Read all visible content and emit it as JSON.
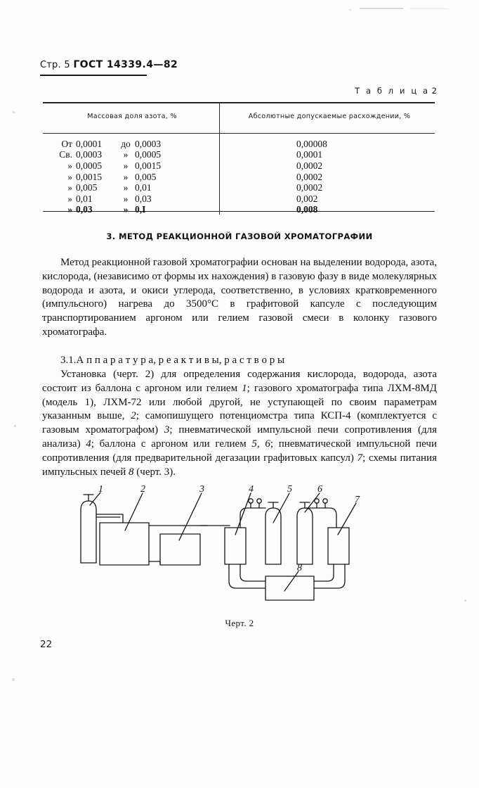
{
  "header": {
    "page_label": "Стр.",
    "page_number": "5",
    "standard": "ГОСТ 14339.4—82"
  },
  "table": {
    "label": "Т а б л и ц а",
    "number": "2",
    "columns": [
      "Массовая доля азота, %",
      "Абсолютные допускаемые расхождении, %"
    ],
    "rows": [
      {
        "prefix": "От",
        "from": "0,0001",
        "sep": "до",
        "to": "0,0003",
        "tolerance": "0,00008",
        "bold": false
      },
      {
        "prefix": "Св.",
        "from": "0,0003",
        "sep": "»",
        "to": "0,0005",
        "tolerance": "0,0001",
        "bold": false
      },
      {
        "prefix": "»",
        "from": "0,0005",
        "sep": "»",
        "to": "0,0015",
        "tolerance": "0,0002",
        "bold": false
      },
      {
        "prefix": "»",
        "from": "0,0015",
        "sep": "»",
        "to": "0,005",
        "tolerance": "0,0002",
        "bold": false
      },
      {
        "prefix": "»",
        "from": "0,005",
        "sep": "»",
        "to": "0,01",
        "tolerance": "0,0002",
        "bold": false
      },
      {
        "prefix": "»",
        "from": "0,01",
        "sep": "»",
        "to": "0,03",
        "tolerance": "0,002",
        "bold": false
      },
      {
        "prefix": "»",
        "from": "0,03",
        "sep": "»",
        "to": "0,I",
        "tolerance": "0,008",
        "bold": true
      }
    ]
  },
  "section": {
    "heading": "3. МЕТОД РЕАКЦИОННОЙ ГАЗОВОЙ ХРОМАТОГРАФИИ"
  },
  "paragraphs": {
    "intro": "Метод реакционной газовой хроматографии основан на выделении водорода, азота, кислорода, (независимо от формы их нахождения) в газовую фазу в виде молекулярных водорода и азота, и окиси углерода, соответственно, в условиях кратковременного (импульсного) нагрева до 3500°С в графитовой капсуле с последующим транспортированием аргоном или гелием газовой смеси в колонку газового хроматографа.",
    "subsection_number": "3.1.",
    "subsection_title": "А п п а р а т у р а,  р е а к т и в ы,  р а с т в о р ы",
    "equipment_1": "Установка (черт. 2) для определения содержания  кислорода, водорода, азота состоит из баллона с аргоном или гелием ",
    "equipment_i1": "1",
    "equipment_2": "; газового хроматографа типа ЛХМ-8МД (модель 1), ЛХМ-72 или любой другой, не уступающей по своим параметрам указанным выше, ",
    "equipment_i2": "2",
    "equipment_3": "; самопишущего потенциомстра типа КСП-4 (комплектуется с газовым хроматографом) ",
    "equipment_i3": "3",
    "equipment_4": "; пневматической импульсной  печи сопротивления (для анализа) ",
    "equipment_i4": "4",
    "equipment_5": "; баллона с аргоном или гелием ",
    "equipment_i5": "5, 6",
    "equipment_6": "; пневматической импульсной печи сопротивления (для предварительной дегазации графитовых капсул) ",
    "equipment_i6": "7",
    "equipment_7": "; схемы питания импульсных  печей ",
    "equipment_i7": "8",
    "equipment_8": " (черт. 3)."
  },
  "figure": {
    "caption": "Черт. 2",
    "callouts": [
      "1",
      "2",
      "3",
      "4",
      "5",
      "6",
      "7",
      "8"
    ]
  },
  "footer": {
    "page_number": "22"
  }
}
